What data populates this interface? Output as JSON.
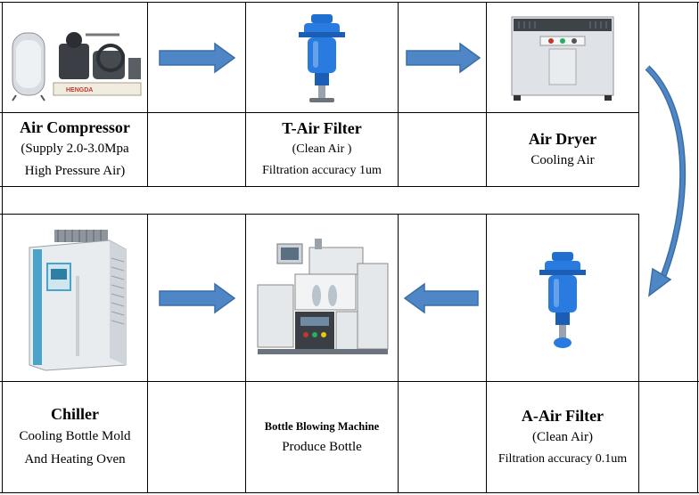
{
  "colors": {
    "arrow_fill": "#4f86c6",
    "arrow_stroke": "#3a6ea5",
    "filter_blue": "#1f6fd0",
    "grid_line": "#000000"
  },
  "steps": {
    "air_compressor": {
      "title": "Air Compressor",
      "line1": "(Supply 2.0-3.0Mpa",
      "line2": "High Pressure Air)",
      "brand": "HENGDA",
      "icon": "air-compressor-image"
    },
    "t_air_filter": {
      "title": "T-Air Filter",
      "line1": "(Clean Air )",
      "line2": "Filtration accuracy 1um",
      "icon": "filter-image"
    },
    "air_dryer": {
      "title": "Air Dryer",
      "line1": "Cooling Air",
      "icon": "dryer-image"
    },
    "chiller": {
      "title": "Chiller",
      "line1": "Cooling Bottle Mold",
      "line2": "And Heating Oven",
      "icon": "chiller-image"
    },
    "bottle_blowing_machine": {
      "title": "Bottle Blowing Machine",
      "line1": "Produce Bottle",
      "icon": "blowing-machine-image"
    },
    "a_air_filter": {
      "title": "A-Air Filter",
      "line1": "(Clean Air)",
      "line2": "Filtration accuracy 0.1um",
      "icon": "filter-image"
    }
  },
  "arrows": [
    {
      "name": "arrow-compressor-to-tfilter",
      "direction": "right"
    },
    {
      "name": "arrow-tfilter-to-dryer",
      "direction": "right"
    },
    {
      "name": "arrow-dryer-to-afilter",
      "direction": "curved-down"
    },
    {
      "name": "arrow-afilter-to-machine",
      "direction": "left"
    },
    {
      "name": "arrow-chiller-to-machine",
      "direction": "right"
    }
  ]
}
